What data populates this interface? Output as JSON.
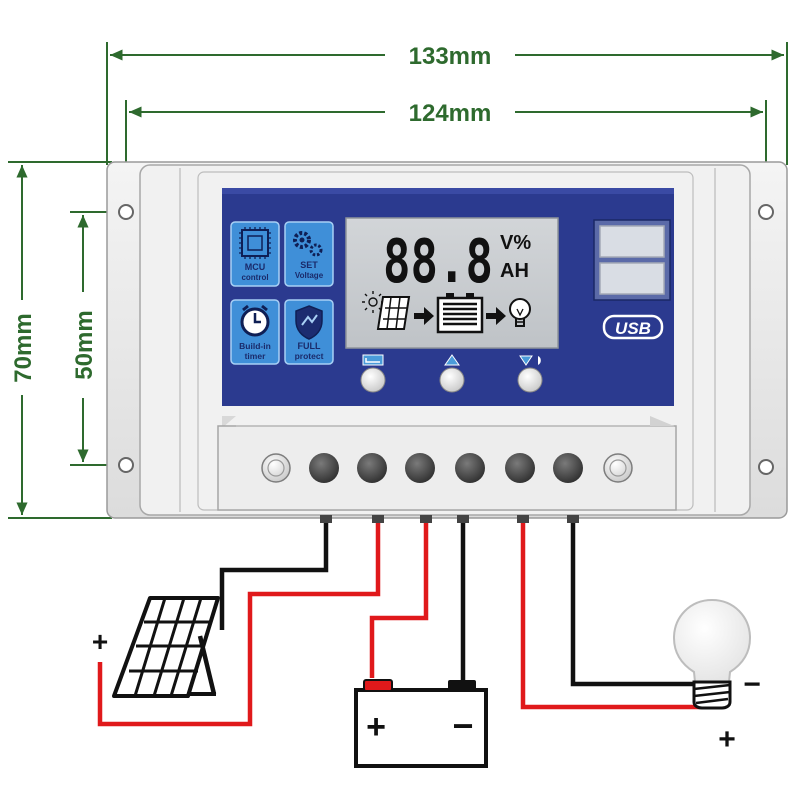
{
  "dimensions": {
    "outer_width": "133mm",
    "inner_width": "124mm",
    "outer_height": "70mm",
    "inner_height": "50mm"
  },
  "icons": {
    "mcu": {
      "line1": "MCU",
      "line2": "control"
    },
    "set": {
      "line1": "SET",
      "line2": "Voltage"
    },
    "timer": {
      "line1": "Build-in",
      "line2": "timer"
    },
    "protect": {
      "line1": "FULL",
      "line2": "protect"
    }
  },
  "lcd": {
    "digits": "88.8",
    "unit_top": "V%",
    "unit_bottom": "AH"
  },
  "usb_label": "USB",
  "terminal_signs": {
    "solar_plus": "+",
    "battery_plus": "+",
    "battery_minus": "−",
    "load_minus": "−",
    "load_plus": "+"
  },
  "colors": {
    "dimension_line": "#2e6a2e",
    "panel_blue": "#2b3a8f",
    "lcd_bg": "#c9cdd1",
    "icon_blue": "#3f8fd8",
    "wire_red": "#e0191b",
    "wire_black": "#111111",
    "housing": "#ececec"
  }
}
